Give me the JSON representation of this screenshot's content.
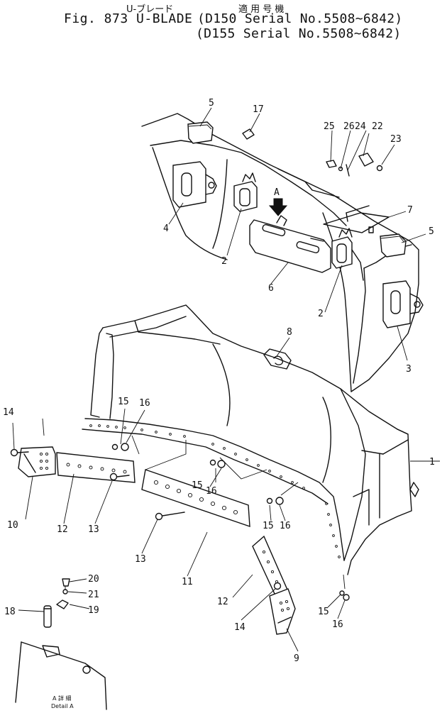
{
  "header": {
    "jp_title": "U-ブレード",
    "jp_applicability": "適 用 号 機",
    "fig_title": "Fig. 873 U-BLADE",
    "serial_line_1": "(D150 Serial No.5508~6842)",
    "serial_line_2": "(D155 Serial No.5508~6842)"
  },
  "arrow_label": "A",
  "detail": {
    "label_jp": "A 詳 細",
    "label_en": "Detail A"
  },
  "callouts": [
    "1",
    "2",
    "2",
    "3",
    "4",
    "5",
    "5",
    "6",
    "7",
    "8",
    "9",
    "10",
    "11",
    "12",
    "12",
    "13",
    "13",
    "14",
    "14",
    "15",
    "15",
    "15",
    "15",
    "16",
    "16",
    "16",
    "16",
    "17",
    "18",
    "19",
    "20",
    "21",
    "22",
    "23",
    "24",
    "25",
    "26"
  ]
}
